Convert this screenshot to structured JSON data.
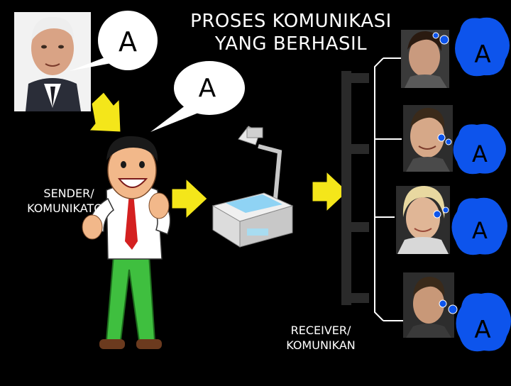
{
  "title_line1": "PROSES KOMUNIKASI",
  "title_line2": "YANG BERHASIL",
  "sender_caption_line1": "SENDER/",
  "sender_caption_line2": "KOMUNIKATOR",
  "receiver_caption_line1": "RECEIVER/",
  "receiver_caption_line2": "KOMUNIKAN",
  "bubble_letter": "A",
  "receivers": [
    {
      "bubble_text": "A"
    },
    {
      "bubble_text": "A"
    },
    {
      "bubble_text": "A"
    },
    {
      "bubble_text": "A"
    }
  ],
  "colors": {
    "background": "#000000",
    "bubble": "#0d54ec",
    "bubble_text": "#000000",
    "white_bubble": "#ffffff",
    "arrow": "#f4e61a",
    "lines": "#ffffff"
  }
}
